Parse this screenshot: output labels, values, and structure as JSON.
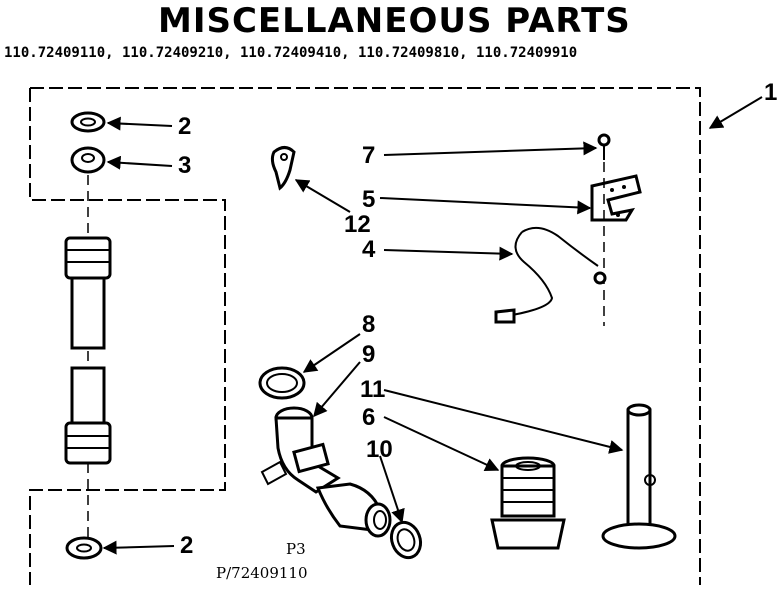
{
  "header": {
    "title": "MISCELLANEOUS PARTS",
    "models": "110.72409110,  110.72409210, 110.72409410,  110.72409810, 110.72409910"
  },
  "callouts": {
    "c1": "1",
    "c2_top": "2",
    "c3": "3",
    "c7": "7",
    "c5": "5",
    "c12": "12",
    "c4": "4",
    "c8": "8",
    "c9": "9",
    "c11": "11",
    "c6": "6",
    "c10": "10",
    "c2_bottom": "2"
  },
  "figure": {
    "code": "P3",
    "number": "P/72409110"
  }
}
